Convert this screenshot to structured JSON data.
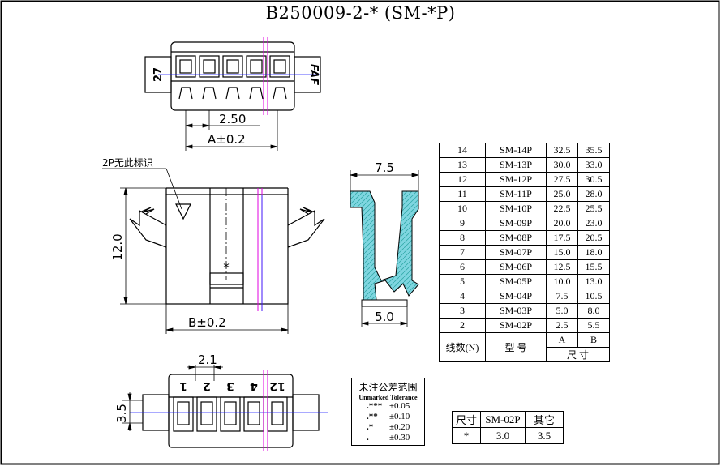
{
  "title": "B250009-2-* (SM-*P)",
  "top_view": {
    "pin_count_mark": "27",
    "brand_mark": "FAF",
    "pitch": "2.50",
    "dim_a": "A±0.2"
  },
  "side_view": {
    "callout": "2P无此标识",
    "height": "12.0",
    "star": "*",
    "dim_b": "B±0.2"
  },
  "section_view": {
    "top_width": "7.5",
    "bottom_width": "5.0"
  },
  "bottom_view": {
    "pitch": "2.1",
    "height": "3.5",
    "pin_labels": [
      "1",
      "2",
      "3",
      "4",
      "12"
    ]
  },
  "spec_table": {
    "rows": [
      {
        "n": "14",
        "model": "SM-14P",
        "a": "32.5",
        "b": "35.5"
      },
      {
        "n": "13",
        "model": "SM-13P",
        "a": "30.0",
        "b": "33.0"
      },
      {
        "n": "12",
        "model": "SM-12P",
        "a": "27.5",
        "b": "30.5"
      },
      {
        "n": "11",
        "model": "SM-11P",
        "a": "25.0",
        "b": "28.0"
      },
      {
        "n": "10",
        "model": "SM-10P",
        "a": "22.5",
        "b": "25.5"
      },
      {
        "n": "9",
        "model": "SM-09P",
        "a": "20.0",
        "b": "23.0"
      },
      {
        "n": "8",
        "model": "SM-08P",
        "a": "17.5",
        "b": "20.5"
      },
      {
        "n": "7",
        "model": "SM-07P",
        "a": "15.0",
        "b": "18.0"
      },
      {
        "n": "6",
        "model": "SM-06P",
        "a": "12.5",
        "b": "15.5"
      },
      {
        "n": "5",
        "model": "SM-05P",
        "a": "10.0",
        "b": "13.0"
      },
      {
        "n": "4",
        "model": "SM-04P",
        "a": "7.5",
        "b": "10.5"
      },
      {
        "n": "3",
        "model": "SM-03P",
        "a": "5.0",
        "b": "8.0"
      },
      {
        "n": "2",
        "model": "SM-02P",
        "a": "2.5",
        "b": "5.5"
      }
    ],
    "header_count": "线数(N)",
    "header_model": "型  号",
    "header_a": "A",
    "header_b": "B",
    "header_size": "尺  寸"
  },
  "tolerance_box": {
    "title": "未注公差范围",
    "subtitle": "Unmarked Tolerance",
    "rows": [
      {
        "sym": ".***",
        "val": "±0.05"
      },
      {
        "sym": ".**",
        "val": "±0.10"
      },
      {
        "sym": ".*",
        "val": "±0.20"
      },
      {
        "sym": ".",
        "val": "±0.30"
      }
    ]
  },
  "star_table": {
    "h1": "尺寸",
    "h2": "SM-02P",
    "h3": "其它",
    "c1": "*",
    "c2": "3.0",
    "c3": "3.5"
  },
  "colors": {
    "line": "#000000",
    "center": "#1a1aff",
    "mark": "#e000e0",
    "section": "#7fd6e0"
  }
}
